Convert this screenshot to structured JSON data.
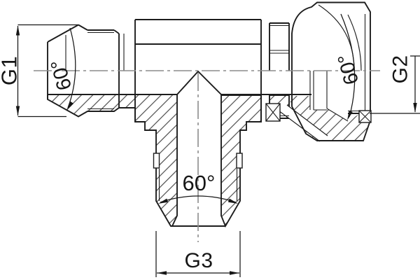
{
  "drawing": {
    "title": "tee-fitting-half-section-drawing",
    "labels": {
      "g1": "G1",
      "g2": "G2",
      "g3": "G3",
      "angle_left": "60°",
      "angle_right": "60°",
      "angle_bottom": "60°"
    },
    "colors": {
      "line": "#1d1d1d",
      "dimension": "#161616",
      "centerline": "#8c8c8c",
      "background": "#ffffff"
    }
  }
}
